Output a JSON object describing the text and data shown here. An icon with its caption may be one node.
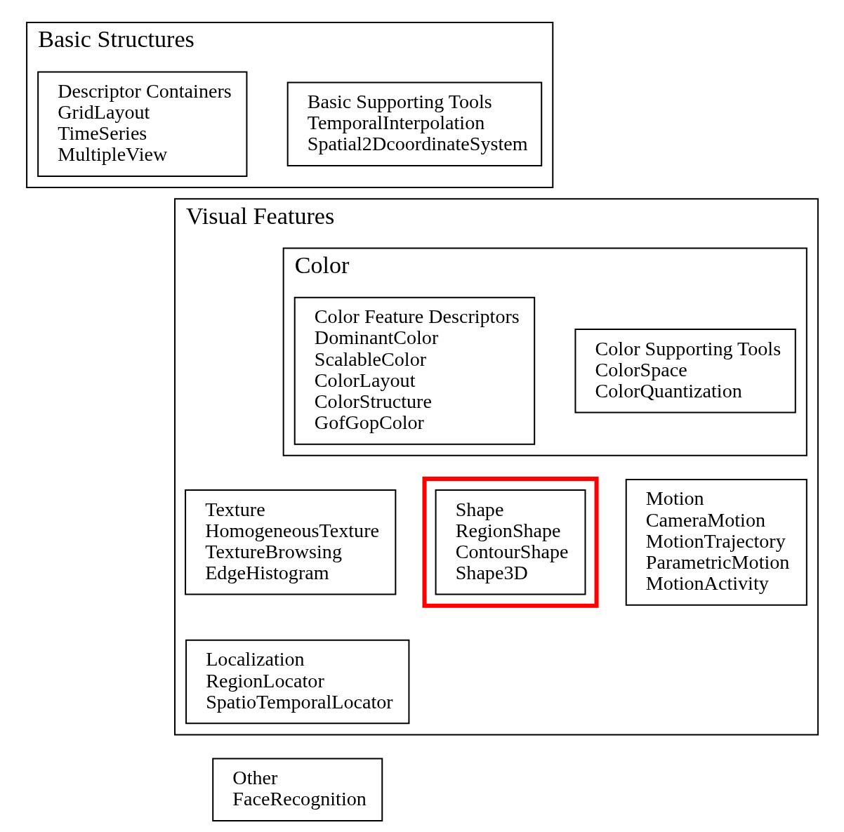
{
  "diagram": {
    "nodes": [
      {
        "text": [
          "Basic Structures"
        ]
      },
      {
        "text": [
          "Descriptor Containers",
          "GridLayout",
          "TimeSeries",
          "MultipleView"
        ],
        "in": 0
      },
      {
        "text": [
          "Basic Supporting Tools",
          "TemporalInterpolation",
          "Spatial2DcoordinateSystem"
        ],
        "in": 0
      },
      {
        "text": [
          "Visual Features"
        ]
      },
      {
        "text": [
          "Color"
        ],
        "in": 3
      },
      {
        "text": [
          "Color Feature Descriptors",
          "DominantColor",
          "ScalableColor",
          "ColorLayout",
          "ColorStructure",
          "GofGopColor"
        ],
        "in": 4
      },
      {
        "text": [
          "Color Supporting Tools",
          "ColorSpace",
          "ColorQuantization"
        ],
        "in": 4
      },
      {
        "text": [
          "Texture",
          "HomogeneousTexture",
          "TextureBrowsing",
          "EdgeHistogram"
        ],
        "in": 3
      },
      {
        "text": [],
        "shape": "box",
        "in": 3
      },
      {
        "text": [
          "Shape",
          "RegionShape",
          "ContourShape",
          "Shape3D"
        ],
        "in": 8
      },
      {
        "text": [
          "Motion",
          "CameraMotion",
          "MotionTrajectory",
          "ParametricMotion",
          "MotionActivity"
        ],
        "in": 3
      },
      {
        "text": [
          "Localization",
          "RegionLocator",
          "SpatioTemporalLocator"
        ],
        "in": 3
      },
      {
        "text": [
          "Other",
          "FaceRecognition"
        ]
      }
    ],
    "edges": []
  }
}
